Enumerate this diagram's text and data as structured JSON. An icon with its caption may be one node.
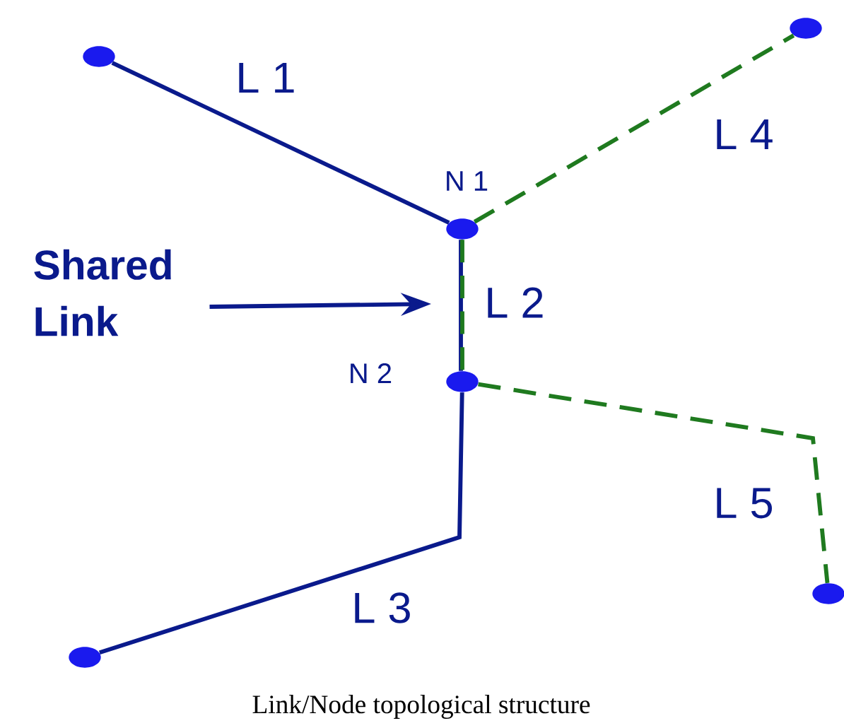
{
  "diagram": {
    "caption": "Link/Node topological structure",
    "nodes": [
      {
        "text": [],
        "shape": "circle"
      },
      {
        "text": [],
        "shape": "circle"
      },
      {
        "text": [],
        "shape": "circle",
        "beside": [
          "N 1"
        ]
      },
      {
        "text": [
          "Shared Link"
        ]
      },
      {
        "text": [],
        "shape": "circle",
        "beside": [
          "N 2"
        ]
      },
      {
        "text": [],
        "shape": "circle"
      },
      {
        "text": [],
        "shape": "circle"
      }
    ],
    "edges": [
      {
        "from": 0,
        "to": 2,
        "arrow": "none",
        "label": "L 1"
      },
      {
        "from": 2,
        "to": 1,
        "arrow": "none",
        "label": "L 4",
        "style": "dashed",
        "color": "#1f7a1f"
      },
      {
        "from": 2,
        "to": 4,
        "arrow": "none",
        "label": "L 2",
        "style": "dashed",
        "color": "#1f7a1f"
      },
      {
        "from": 4,
        "to": 6,
        "arrow": "none",
        "label": "L 3"
      },
      {
        "from": 4,
        "to": 5,
        "arrow": "none",
        "label": "L 5",
        "style": "dashed",
        "color": "#1f7a1f"
      },
      {
        "from": 3,
        "to": null,
        "arrow": "to"
      }
    ]
  }
}
